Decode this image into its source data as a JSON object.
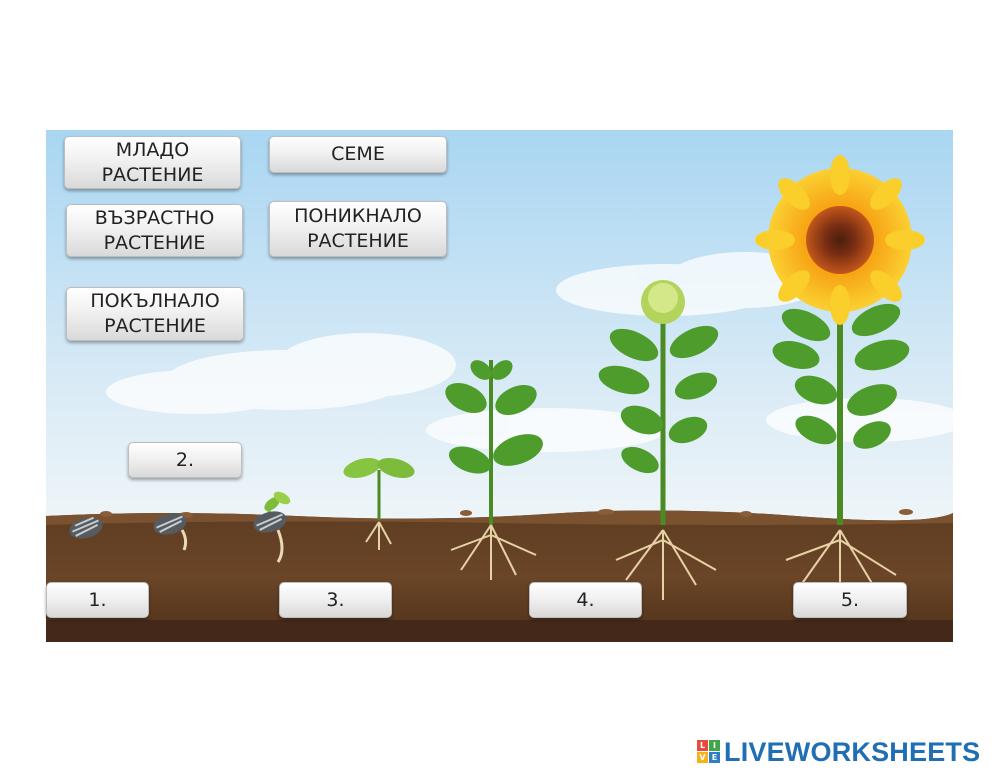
{
  "labels": {
    "young_plant": [
      "МЛАДО",
      "РАСТЕНИЕ"
    ],
    "seed": [
      "СЕМЕ"
    ],
    "adult_plant": [
      "ВЪЗРАСТНО",
      "РАСТЕНИЕ"
    ],
    "sprouted_plant": [
      "ПОНИКНАЛО",
      "РАСТЕНИЕ"
    ],
    "germinated_plant": [
      "ПОКЪЛНАЛО",
      "РАСТЕНИЕ"
    ]
  },
  "slots": {
    "s1": "1.",
    "s2": "2.",
    "s3": "3.",
    "s4": "4.",
    "s5": "5."
  },
  "brand": {
    "name": "LIVEWORKSHEETS",
    "logo_letters": [
      "L",
      "I",
      "V",
      "E"
    ],
    "color": "#1f6fb2"
  },
  "colors": {
    "sky_top": "#a9d5f0",
    "soil": "#5a3a22",
    "leaf": "#4a9a2a",
    "petal": "#f6c21c"
  }
}
